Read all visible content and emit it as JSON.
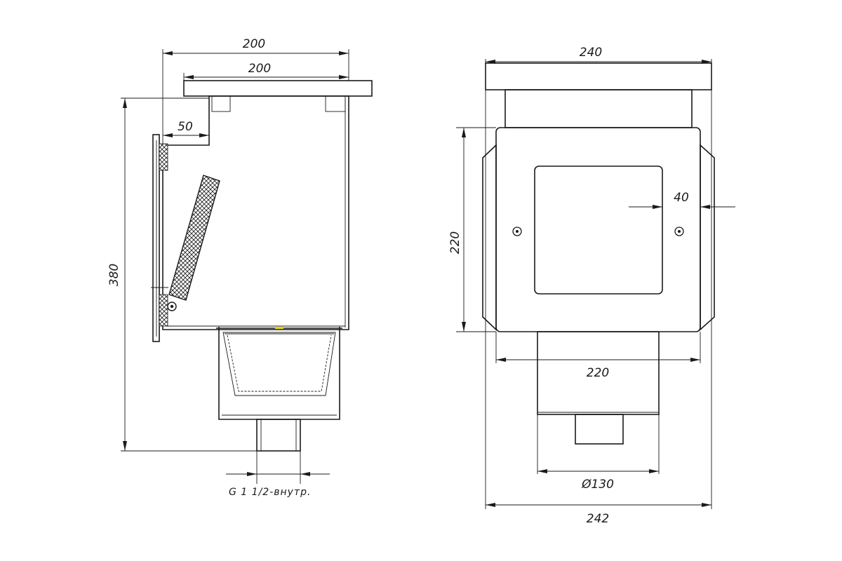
{
  "side_view": {
    "dim_top_outer": "200",
    "dim_top_inner": "200",
    "dim_flap": "50",
    "dim_height": "380",
    "thread_note": "G 1 1/2-внутр."
  },
  "front_view": {
    "dim_flange_width": "240",
    "dim_body_height": "220",
    "dim_window_offset": "40",
    "dim_body_width": "220",
    "dim_outlet_diameter": "Ø130",
    "dim_overall_width": "242"
  }
}
